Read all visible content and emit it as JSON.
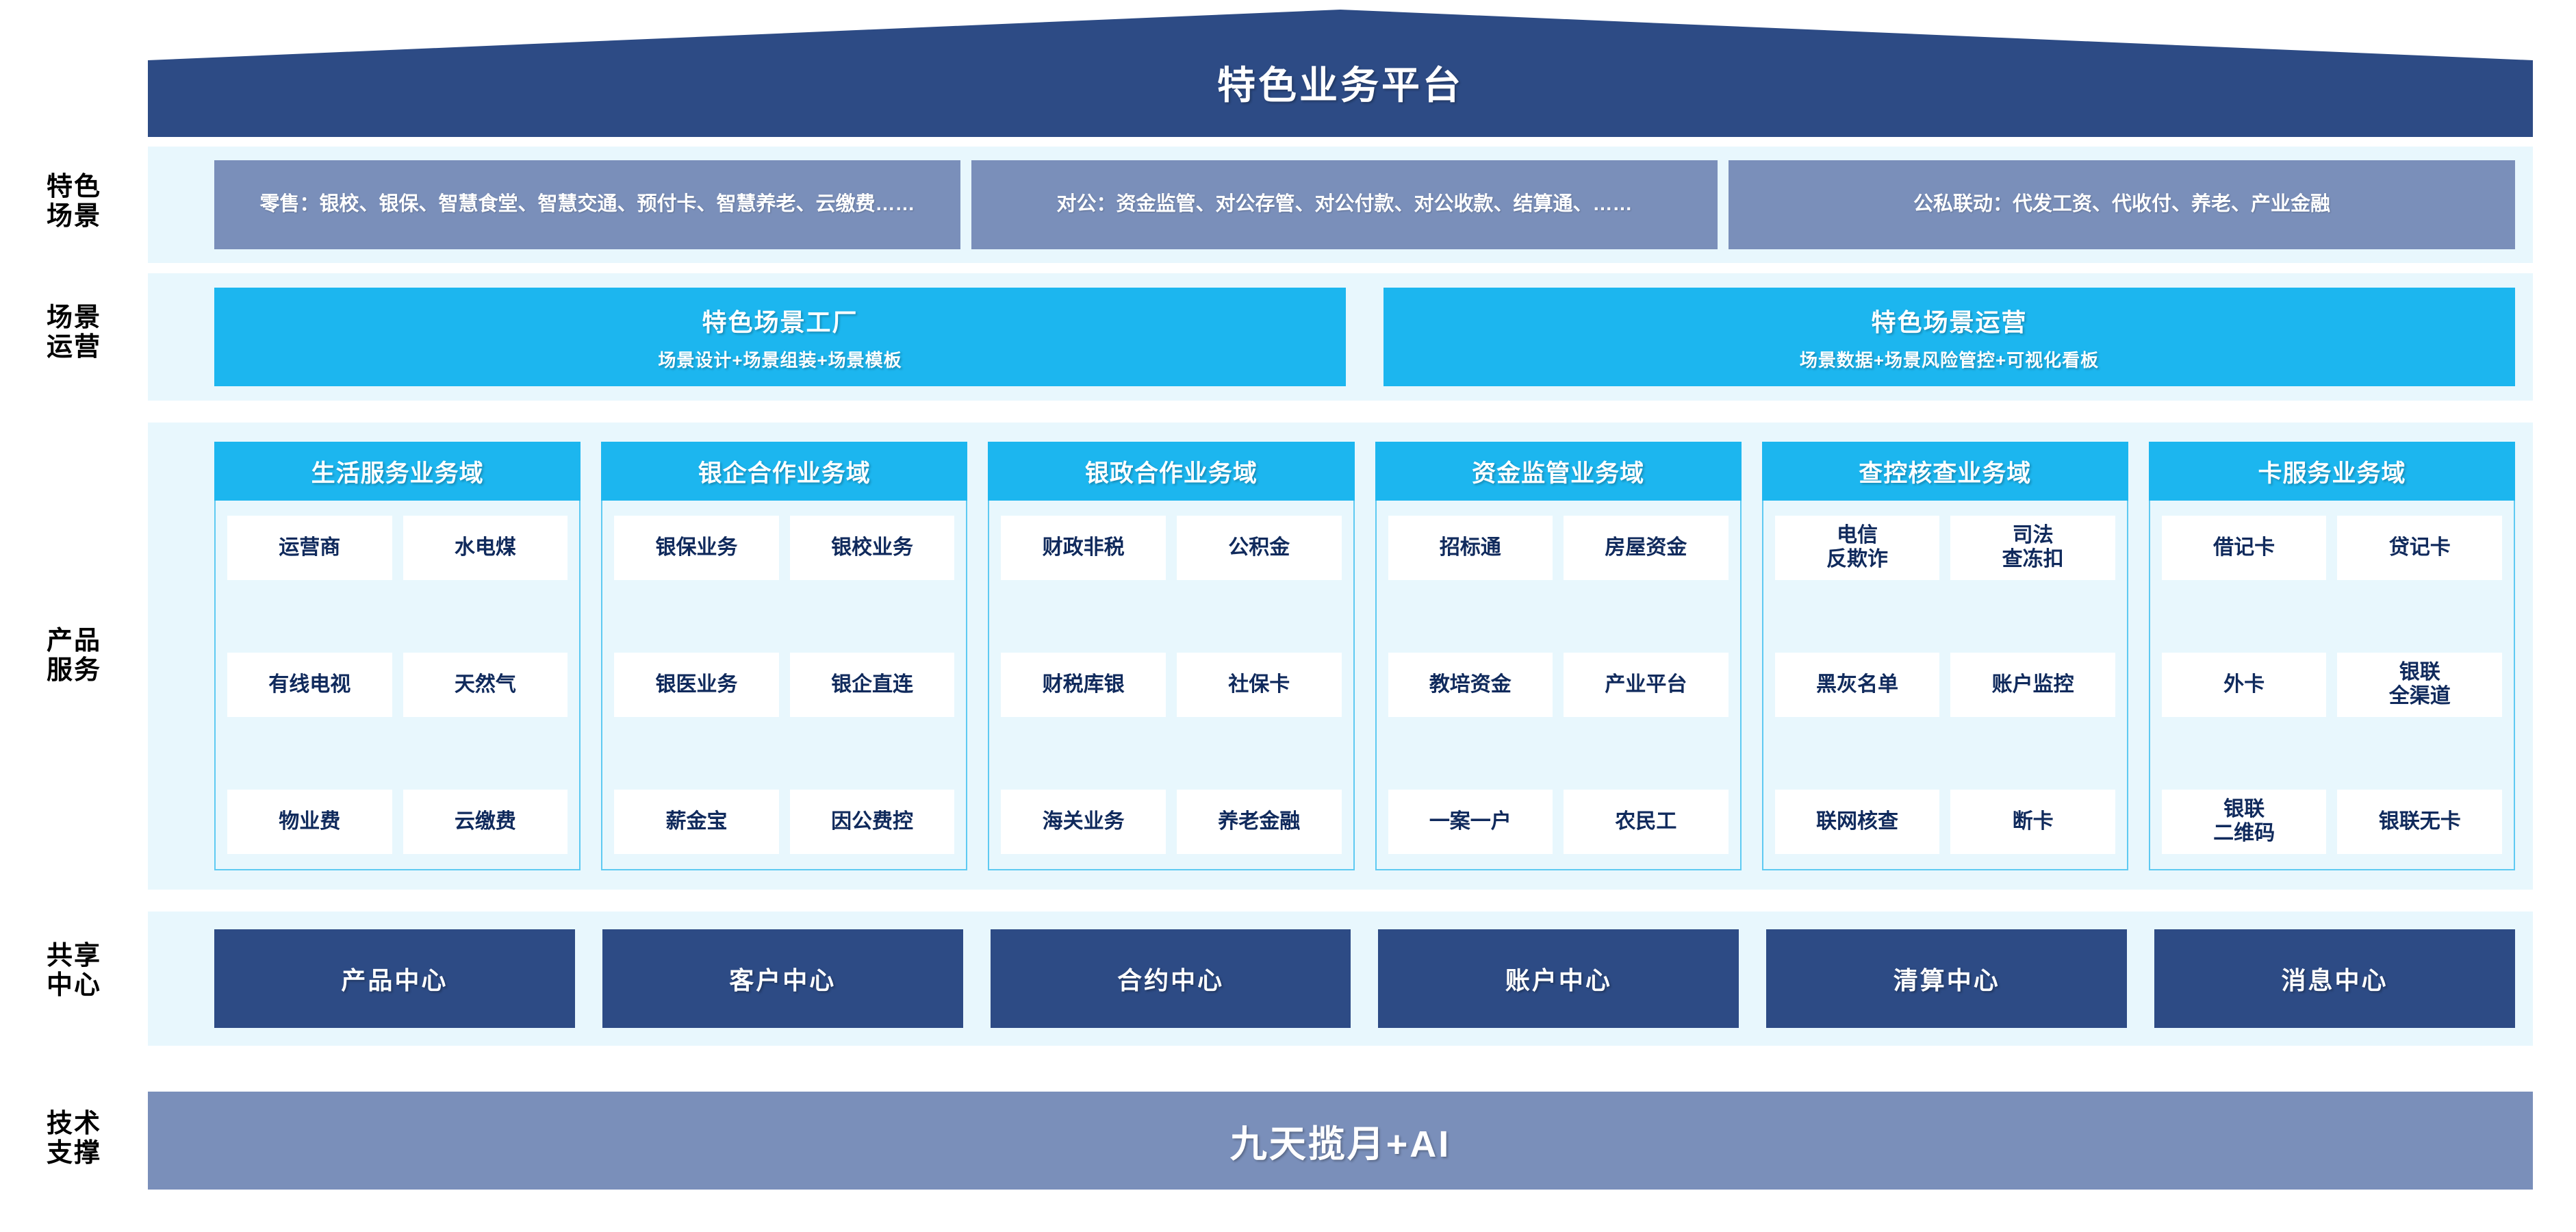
{
  "header": {
    "title": "特色业务平台"
  },
  "row_labels": [
    {
      "key": "scenario",
      "text": "特色\n场景"
    },
    {
      "key": "operation",
      "text": "场景\n运营"
    },
    {
      "key": "product",
      "text": "产品\n服务"
    },
    {
      "key": "shared",
      "text": "共享\n中心"
    },
    {
      "key": "tech",
      "text": "技术\n支撑"
    }
  ],
  "scenario_band": {
    "boxes": [
      {
        "name": "retail",
        "text": "零售：银校、银保、智慧食堂、智慧交通、预付卡、智慧养老、云缴费……"
      },
      {
        "name": "corporate",
        "text": "对公：资金监管、对公存管、对公付款、对公收款、结算通、……"
      },
      {
        "name": "public-private",
        "text": "公私联动：代发工资、代收付、养老、产业金融"
      }
    ]
  },
  "operation_band": {
    "boxes": [
      {
        "name": "scene-factory",
        "title": "特色场景工厂",
        "subtitle": "场景设计+场景组装+场景模板"
      },
      {
        "name": "scene-operation",
        "title": "特色场景运营",
        "subtitle": "场景数据+场景风险管控+可视化看板"
      }
    ]
  },
  "product_band": {
    "domains": [
      {
        "name": "life-service",
        "title": "生活服务业务域",
        "rows": [
          [
            "运营商",
            "水电煤"
          ],
          [
            "有线电视",
            "天然气"
          ],
          [
            "物业费",
            "云缴费"
          ]
        ]
      },
      {
        "name": "bank-enterprise",
        "title": "银企合作业务域",
        "rows": [
          [
            "银保业务",
            "银校业务"
          ],
          [
            "银医业务",
            "银企直连"
          ],
          [
            "薪金宝",
            "因公费控"
          ]
        ]
      },
      {
        "name": "bank-government",
        "title": "银政合作业务域",
        "rows": [
          [
            "财政非税",
            "公积金"
          ],
          [
            "财税库银",
            "社保卡"
          ],
          [
            "海关业务",
            "养老金融"
          ]
        ]
      },
      {
        "name": "fund-supervision",
        "title": "资金监管业务域",
        "rows": [
          [
            "招标通",
            "房屋资金"
          ],
          [
            "教培资金",
            "产业平台"
          ],
          [
            "一案一户",
            "农民工"
          ]
        ]
      },
      {
        "name": "inquiry-control",
        "title": "查控核查业务域",
        "rows": [
          [
            "电信\n反欺诈",
            "司法\n查冻扣"
          ],
          [
            "黑灰名单",
            "账户监控"
          ],
          [
            "联网核查",
            "断卡"
          ]
        ]
      },
      {
        "name": "card-service",
        "title": "卡服务业务域",
        "rows": [
          [
            "借记卡",
            "贷记卡"
          ],
          [
            "外卡",
            "银联\n全渠道"
          ],
          [
            "银联\n二维码",
            "银联无卡"
          ]
        ]
      }
    ]
  },
  "shared_band": {
    "boxes": [
      {
        "name": "product-center",
        "label": "产品中心"
      },
      {
        "name": "customer-center",
        "label": "客户中心"
      },
      {
        "name": "contract-center",
        "label": "合约中心"
      },
      {
        "name": "account-center",
        "label": "账户中心"
      },
      {
        "name": "settlement-center",
        "label": "清算中心"
      },
      {
        "name": "message-center",
        "label": "消息中心"
      }
    ]
  },
  "tech_band": {
    "title": "九天揽月+AI"
  },
  "colors": {
    "roof_navy": "#2d4b85",
    "band_bg": "#e8f7fd",
    "scenario_box": "#7a8fba",
    "cyan": "#1cb6ef",
    "card_border": "#5ecaf2",
    "cell_text": "#102a5c",
    "shared_box": "#2d4b85",
    "tech_bar": "#7a8fba"
  }
}
